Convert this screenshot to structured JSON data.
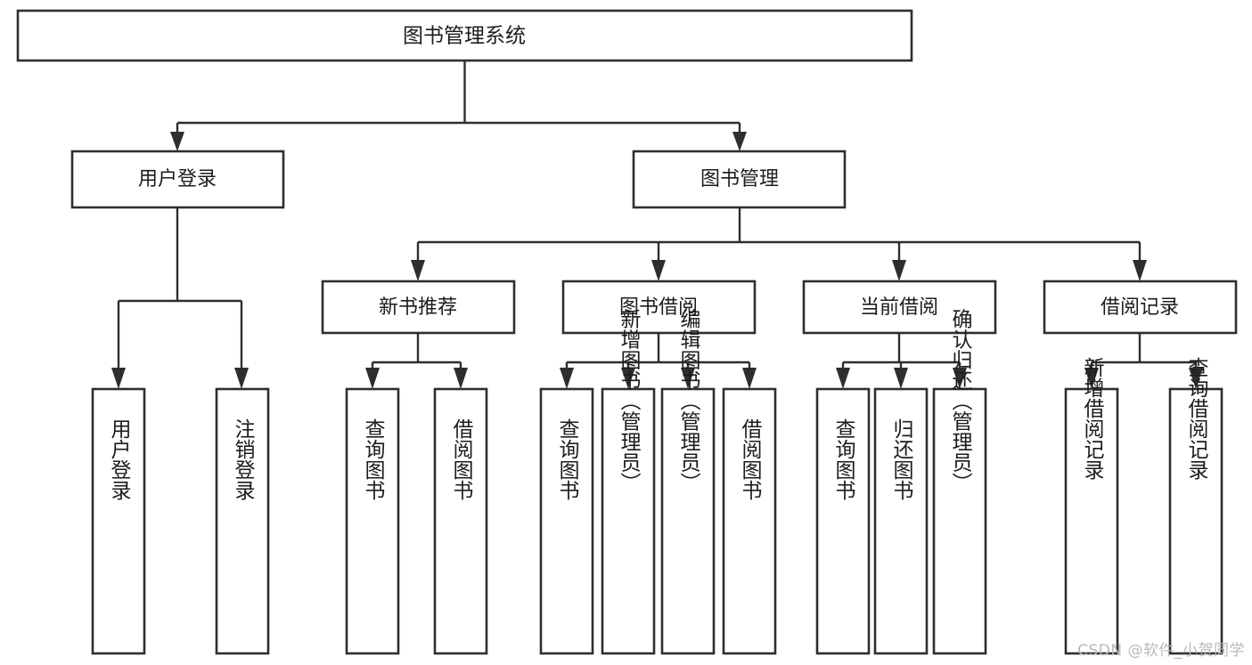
{
  "diagram": {
    "title": "图书管理系统",
    "watermark": "CSDN @软件_小贺同学",
    "colors": {
      "stroke": "#2e2e2e",
      "box_fill": "#ffffff",
      "text": "#1c1c1c",
      "background": "#ffffff",
      "watermark": "#b9b9b9"
    },
    "root": {
      "label": "图书管理系统"
    },
    "level2": [
      {
        "label": "用户登录"
      },
      {
        "label": "图书管理"
      }
    ],
    "level3": [
      {
        "label": "新书推荐"
      },
      {
        "label": "图书借阅"
      },
      {
        "label": "当前借阅"
      },
      {
        "label": "借阅记录"
      }
    ],
    "leaves": {
      "user_login": [
        {
          "label": "用户登录"
        },
        {
          "label": "注销登录"
        }
      ],
      "new_book_recommend": [
        {
          "label": "查询图书"
        },
        {
          "label": "借阅图书"
        }
      ],
      "book_borrow": [
        {
          "label": "查询图书"
        },
        {
          "label": "新增图书（管理员）"
        },
        {
          "label": "编辑图书（管理员）"
        },
        {
          "label": "借阅图书"
        }
      ],
      "current_borrow": [
        {
          "label": "查询图书"
        },
        {
          "label": "归还图书"
        },
        {
          "label": "确认归还（管理员）"
        }
      ],
      "borrow_record": [
        {
          "label": "新增借阅记录"
        },
        {
          "label": "查询借阅记录"
        }
      ]
    }
  }
}
